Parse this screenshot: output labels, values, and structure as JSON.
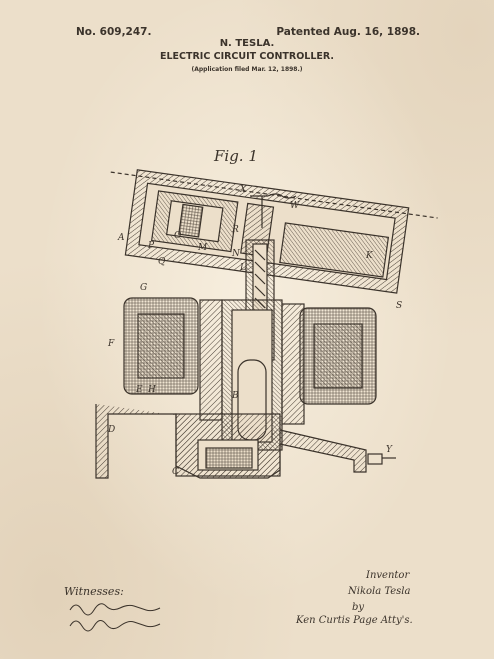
{
  "header": {
    "patent_number": "No. 609,247.",
    "patent_date": "Patented Aug. 16, 1898.",
    "inventor": "N. TESLA.",
    "title": "ELECTRIC CIRCUIT CONTROLLER.",
    "application": "(Application filed Mar. 12, 1898.)"
  },
  "figure": {
    "label": "Fig. 1",
    "part_labels": [
      "X",
      "W",
      "A",
      "O",
      "R",
      "N",
      "M",
      "P",
      "Q",
      "L",
      "K",
      "G",
      "S",
      "F",
      "E",
      "H",
      "B",
      "D",
      "C",
      "Y"
    ]
  },
  "footer": {
    "witnesses_label": "Witnesses:",
    "inventor_label": "Inventor",
    "inventor_signature": "Nikola Tesla",
    "by_label": "by",
    "attorney_signature": "Ken Curtis Page Atty's."
  },
  "colors": {
    "paper": "#ecdfca",
    "ink": "#3b332b"
  }
}
